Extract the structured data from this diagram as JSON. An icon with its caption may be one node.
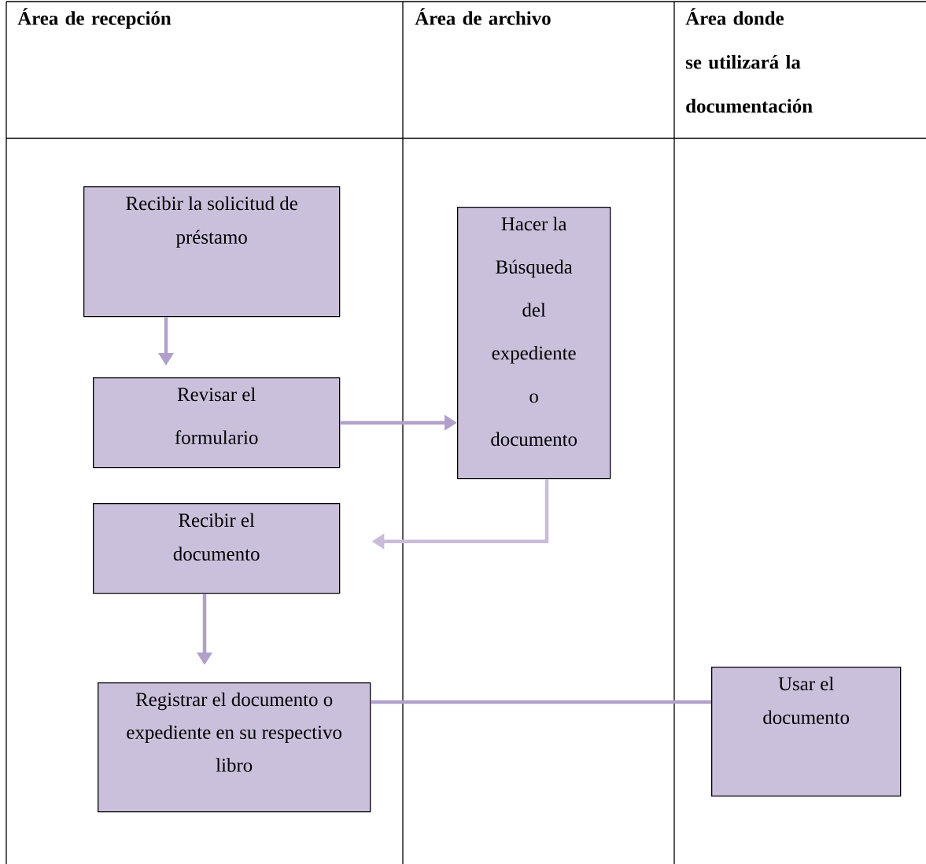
{
  "diagram": {
    "nodes": [
      {
        "text": [
          "Recibir la solicitud de préstamo"
        ]
      },
      {
        "text": [
          "Revisar el formulario"
        ]
      },
      {
        "text": [
          "Hacer la Búsqueda del expediente o documento"
        ]
      },
      {
        "text": [
          "Recibir el documento"
        ]
      },
      {
        "text": [
          "Registrar el documento o expediente en su respectivo libro"
        ]
      },
      {
        "text": [
          "Usar el documento"
        ]
      }
    ],
    "edges": [
      {
        "from": 0,
        "to": 1,
        "arrow": "to"
      },
      {
        "from": 1,
        "to": 2,
        "arrow": "to"
      },
      {
        "from": 2,
        "to": 3,
        "arrow": "to",
        "color": "#c9bcdb"
      },
      {
        "from": 3,
        "to": 4,
        "arrow": "to"
      },
      {
        "from": 4,
        "to": 5,
        "arrow": "none"
      }
    ],
    "labels": [
      "Área de recepción",
      "Área de archivo",
      "Área donde se utilizará la documentación"
    ]
  }
}
